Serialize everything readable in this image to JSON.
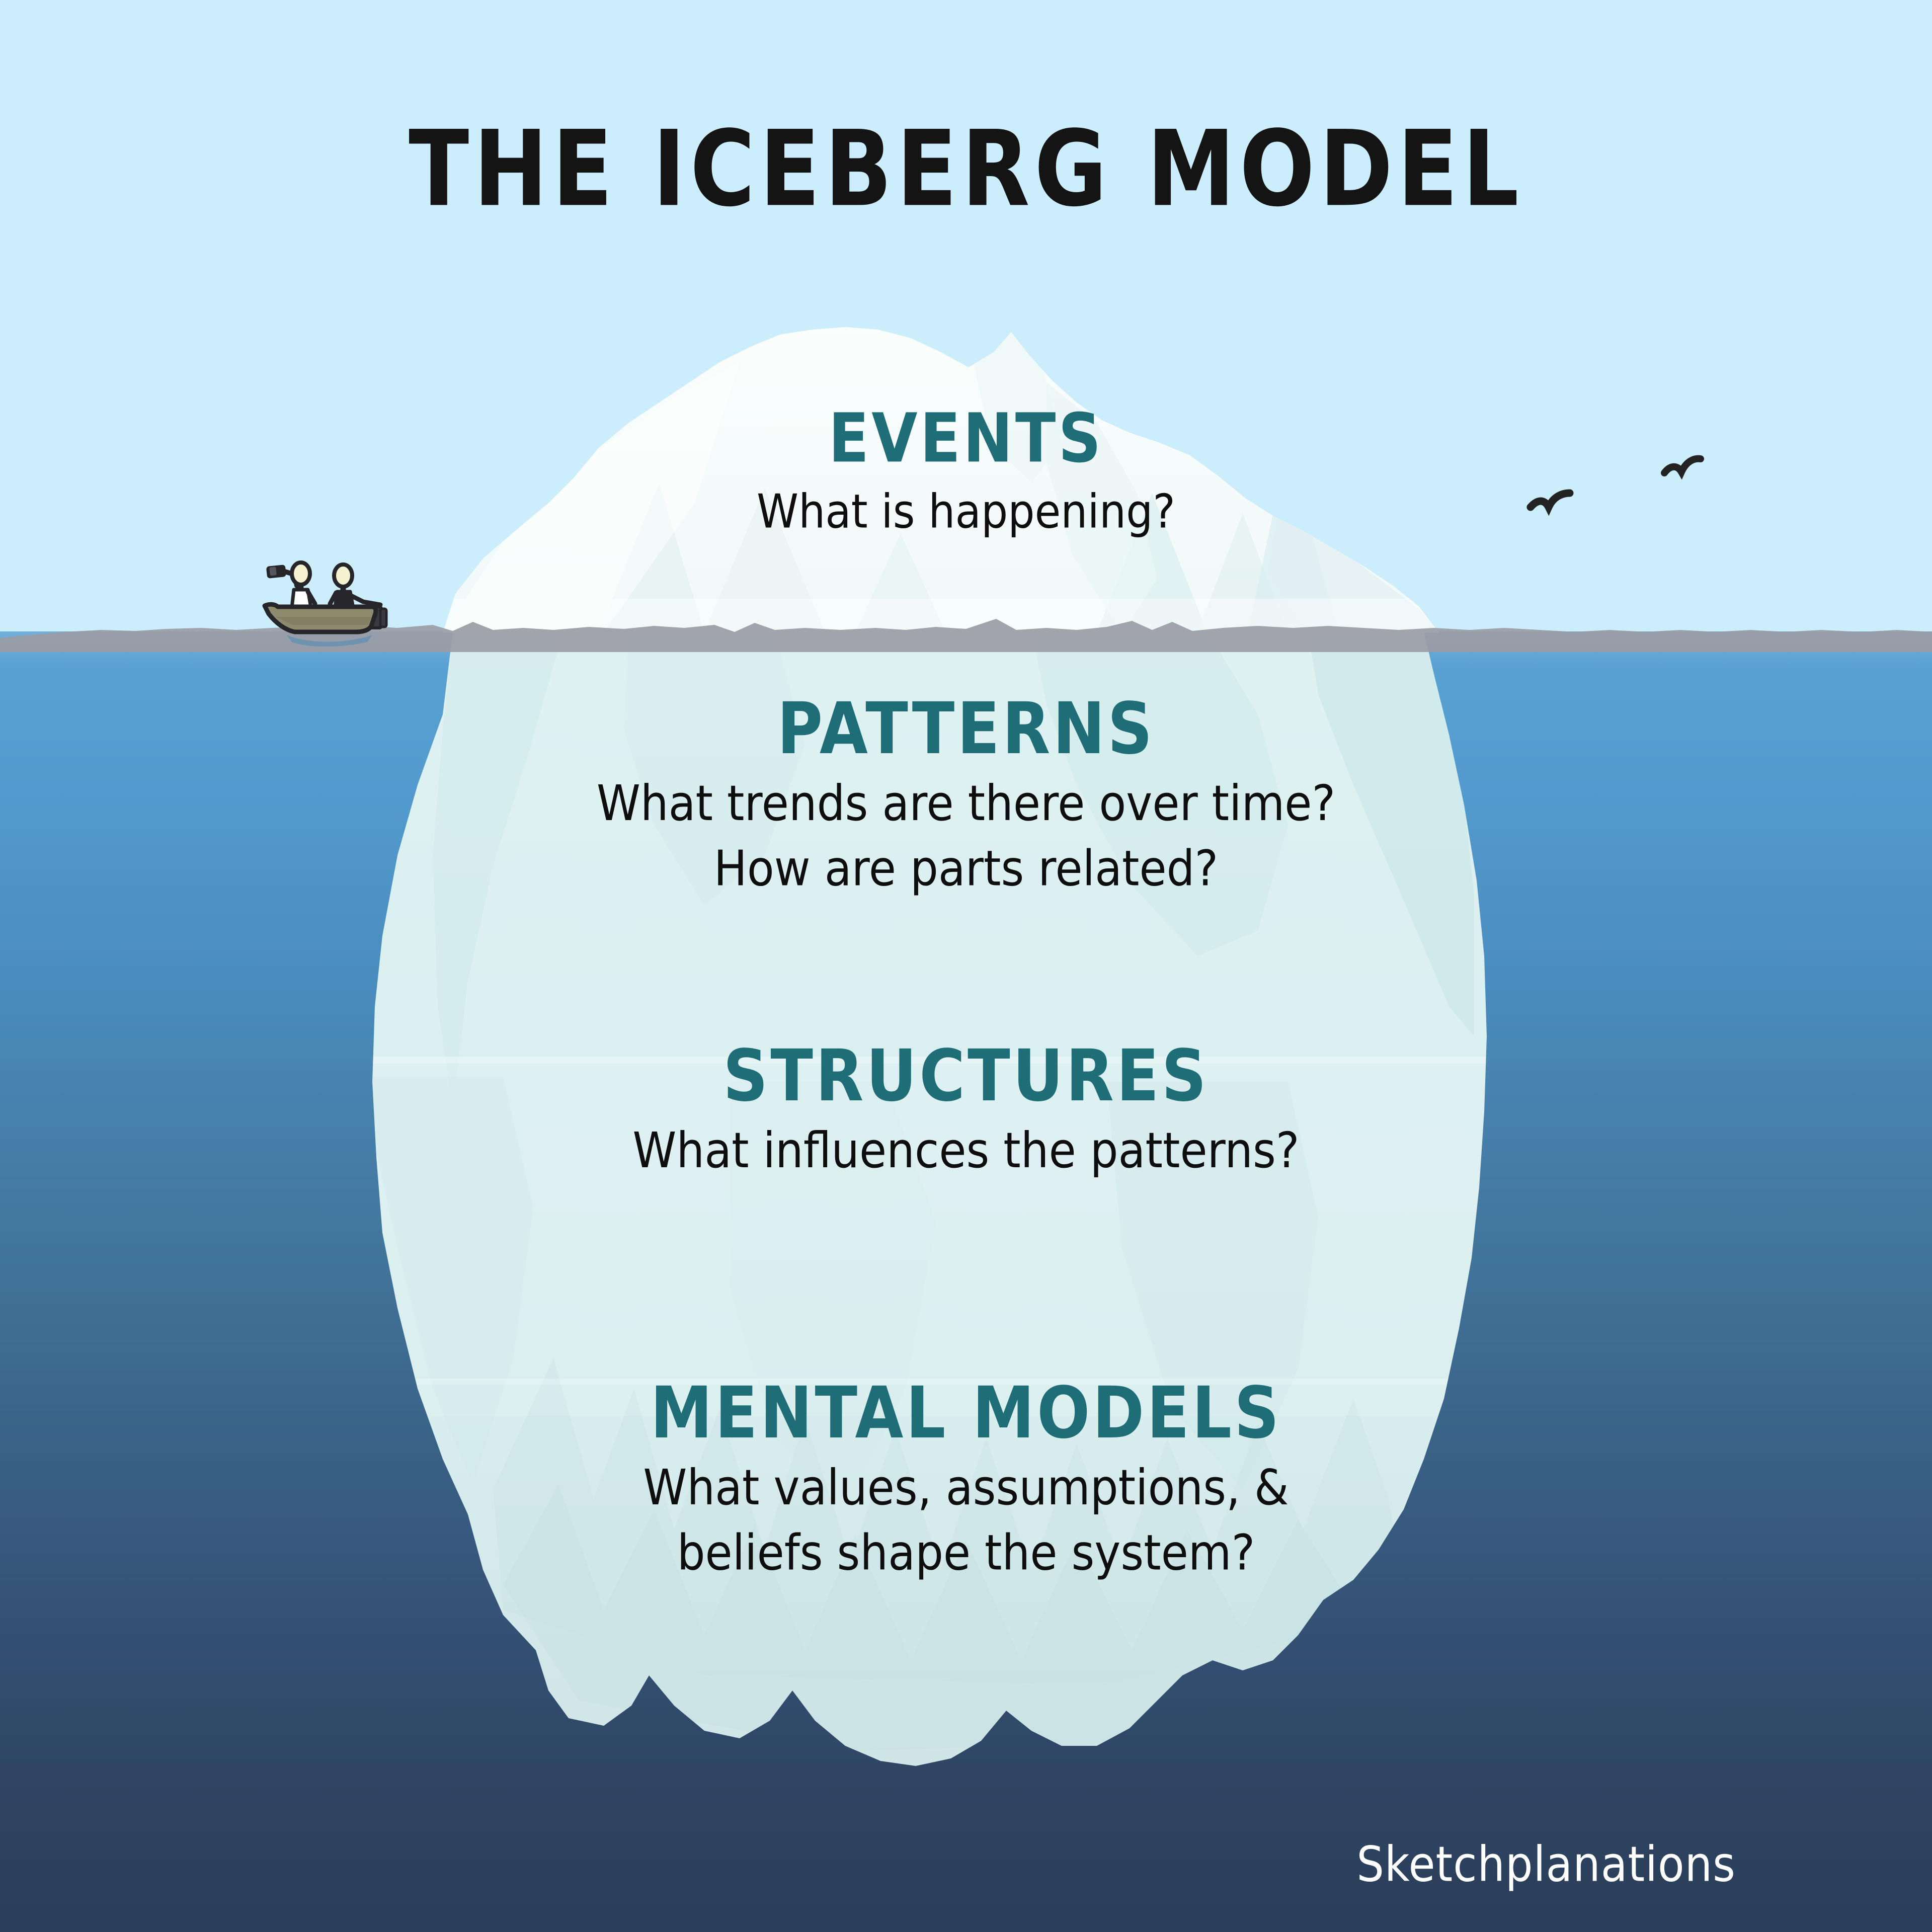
{
  "title": "THE ICEBERG MODEL",
  "signature": "Sketchplanations",
  "colors": {
    "sky": "#CCEEFC",
    "water_top": "#5BA3D4",
    "water_bottom": "#2B3E59",
    "ice_above_water": "#F6FBFA",
    "ice_below_water": "#DCF0F1",
    "heading_teal": "#1F6E77",
    "body_black": "#0E0E0E",
    "waterline_gray": "#9A9CA5",
    "signature_white": "#FFFFFF"
  },
  "layers": [
    {
      "id": "events",
      "heading": "EVENTS",
      "lines": [
        "What is happening?"
      ],
      "position": "above-water"
    },
    {
      "id": "patterns",
      "heading": "PATTERNS",
      "lines": [
        "What trends are there over time?",
        "How are parts related?"
      ],
      "position": "below-water"
    },
    {
      "id": "structures",
      "heading": "STRUCTURES",
      "lines": [
        "What influences the patterns?"
      ],
      "position": "below-water"
    },
    {
      "id": "mental",
      "heading": "MENTAL MODELS",
      "lines": [
        "What values, assumptions, &",
        "beliefs shape the system?"
      ],
      "position": "below-water"
    }
  ],
  "scene": {
    "boat_label": "rowing boat with two observers",
    "observer_with_binoculars": "person-with-binoculars",
    "observer_at_motor": "person-at-outboard-motor",
    "birds": 2,
    "iceberg_label": "iceberg"
  }
}
